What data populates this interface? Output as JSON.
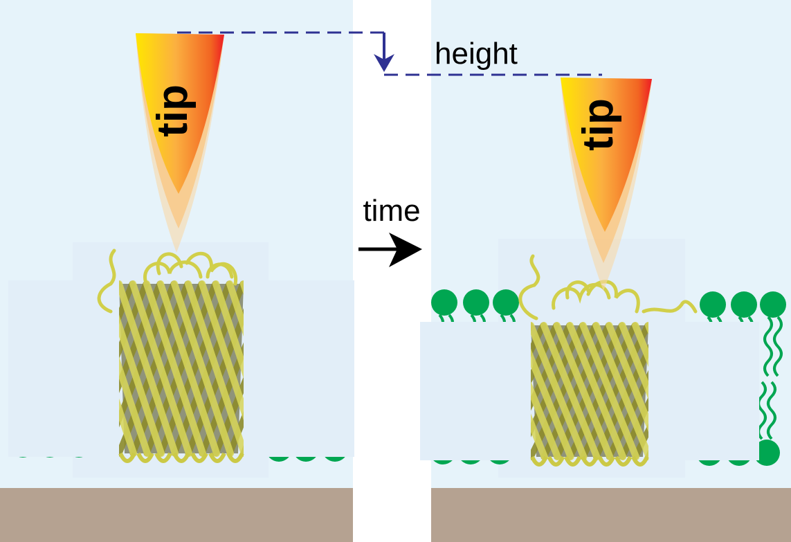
{
  "labels": {
    "tip_left": "tip",
    "tip_right": "tip",
    "height": "height",
    "time": "time"
  },
  "colors": {
    "medium_blue": "#e6f3fa",
    "substrate": "#b5a291",
    "lipid_green": "#00a651",
    "tip_yellow": "#ffd200",
    "tip_orange": "#f7941d",
    "tip_red": "#ed1c24",
    "dash_blue": "#2e3192",
    "protein_olive": "#c9c84a",
    "protein_dark": "#6b6a1e"
  },
  "icons": {
    "time_arrow": "right-arrow-icon",
    "height_arrow": "down-arrow-icon"
  },
  "panels": [
    {
      "name": "before-panel",
      "state": "tip-above-protein"
    },
    {
      "name": "after-panel",
      "state": "tip-pressing-protein"
    }
  ]
}
